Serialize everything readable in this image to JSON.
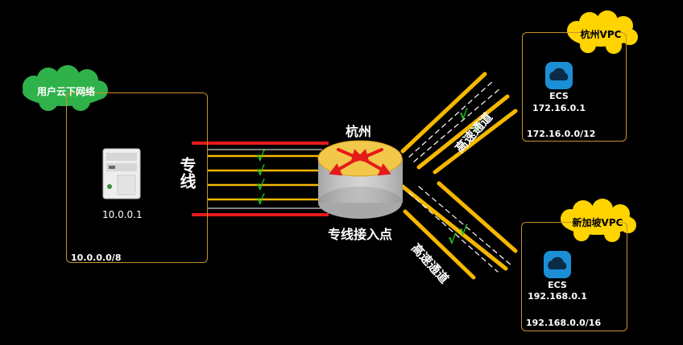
{
  "onprem": {
    "cloud_label": "用户云下网络",
    "host_ip": "10.0.0.1",
    "cidr": "10.0.0.0/8"
  },
  "line_label": "专线",
  "hub": {
    "city": "杭州",
    "access_label": "专线接入点"
  },
  "channel_label": "高速通道",
  "vpc_hz": {
    "cloud_label": "杭州VPC",
    "ecs_name": "ECS",
    "ecs_ip": "172.16.0.1",
    "cidr": "172.16.0.0/12"
  },
  "vpc_sg": {
    "cloud_label": "新加坡VPC",
    "ecs_name": "ECS",
    "ecs_ip": "192.168.0.1",
    "cidr": "192.168.0.0/16"
  },
  "colors": {
    "cloud_green": "#2fb24a",
    "cloud_yellow": "#ffd400",
    "border": "#c8902a",
    "road": "#f5b800",
    "check": "#1ec41e",
    "red_line": "#e41b1b",
    "ecs_blue": "#1a8fd6"
  }
}
